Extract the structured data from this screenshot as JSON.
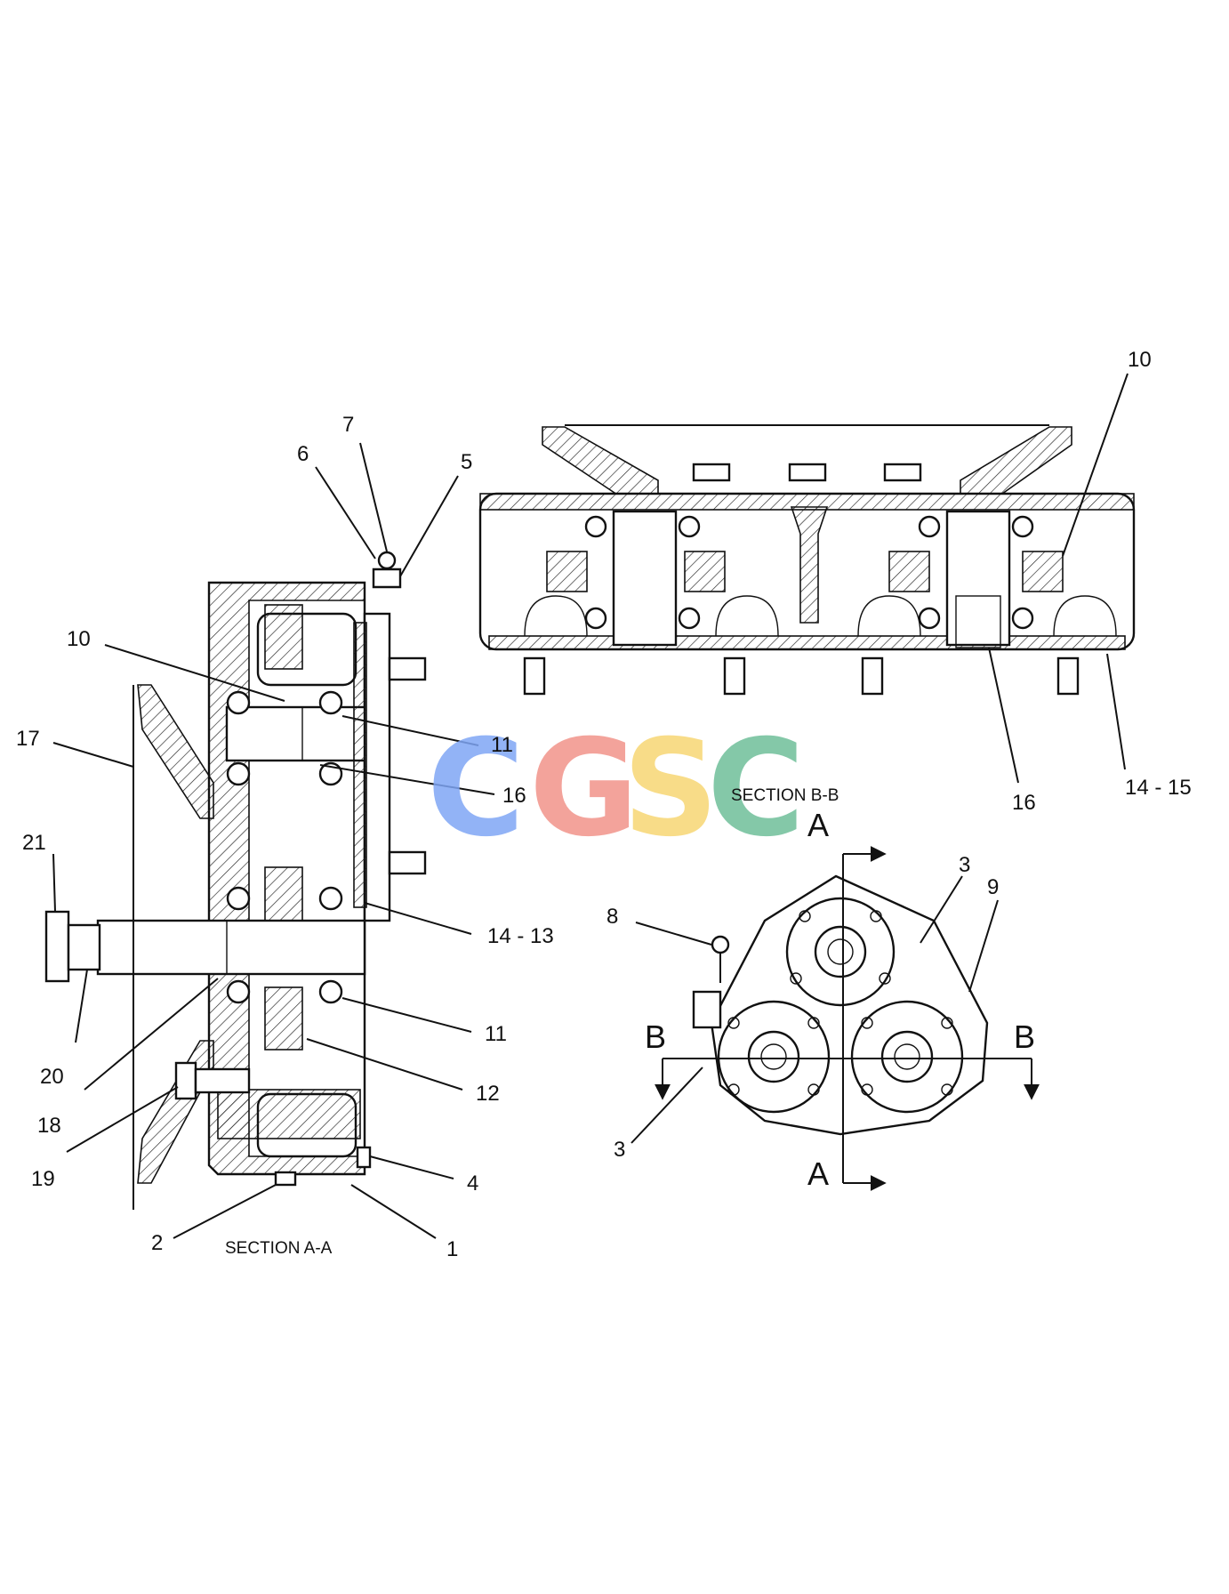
{
  "watermark": {
    "letters": [
      "C",
      "G",
      "S",
      "C"
    ],
    "colors": [
      "#7fa6f5",
      "#f1948a",
      "#f7d774",
      "#6fbf9a"
    ]
  },
  "section_a": {
    "title": "SECTION A-A",
    "callouts": [
      "7",
      "6",
      "5",
      "10",
      "11",
      "16",
      "17",
      "21",
      "14 - 13",
      "11",
      "20",
      "18",
      "12",
      "19",
      "4",
      "2",
      "1"
    ]
  },
  "section_b": {
    "title": "SECTION B-B",
    "callouts": [
      "10",
      "16",
      "14 - 15"
    ]
  },
  "end_view": {
    "callouts": [
      "3",
      "9",
      "8",
      "3"
    ],
    "section_markers": {
      "a_top": "A",
      "a_bottom": "A",
      "b_left": "B",
      "b_right": "B"
    }
  }
}
